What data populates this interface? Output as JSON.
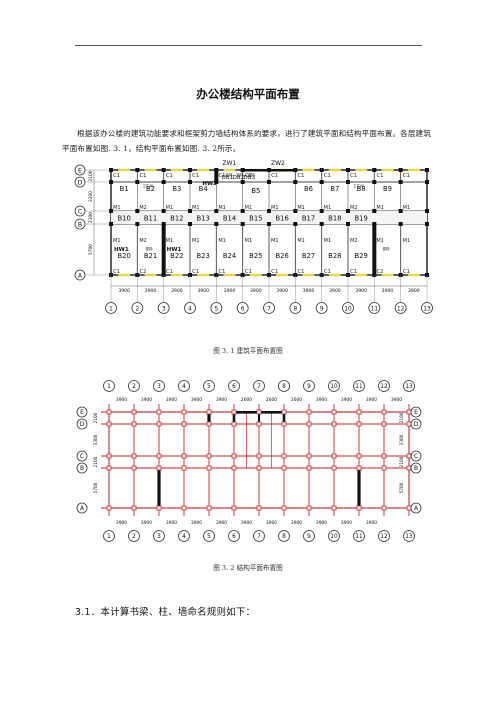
{
  "title": "办公楼结构平面布置",
  "paragraph": "根据该办公楼的建筑功能要求和框架剪力墙结构体系的要求，进行了建筑平面和结构平面布置。各层建筑平面布置如图. 3. 1，结构平面布置如图. 3. 2所示。",
  "figure1": {
    "caption": "图 3. 1    建筑平面布置图",
    "axis_numbers": [
      "1",
      "2",
      "3",
      "4",
      "5",
      "6",
      "7",
      "8",
      "9",
      "10",
      "11",
      "12",
      "13"
    ],
    "axis_letters": [
      "E",
      "D",
      "C",
      "B",
      "A"
    ],
    "bay_dims": [
      "3900",
      "3900",
      "3900",
      "3900",
      "3900",
      "3900",
      "3900",
      "3900",
      "3900",
      "3900",
      "3900",
      "3900"
    ],
    "left_dims": [
      "2100",
      "3300",
      "2100",
      "5700"
    ],
    "wall_labels": [
      "ZW1",
      "ZW2"
    ],
    "top_rooms": [
      "B1",
      "B2",
      "B3",
      "B4",
      "B5",
      "B6",
      "B7",
      "B8",
      "B9"
    ],
    "mid_rooms": [
      "B10",
      "B11",
      "B12",
      "B13",
      "B14",
      "B15",
      "B16",
      "B17",
      "B18",
      "B19"
    ],
    "bottom_rooms": [
      "B20",
      "B21",
      "B22",
      "B23",
      "B24",
      "B25",
      "B26",
      "B27",
      "B28",
      "B29"
    ],
    "db_rooms": [
      "DB1",
      "DB2",
      "DB3"
    ],
    "window_labels": [
      "C1",
      "C2"
    ],
    "door_label": "M1",
    "door_label2": "M2",
    "shear_wall_labels": [
      "HW1",
      "HW2"
    ],
    "small_labels": [
      "卫生间",
      "楼梯",
      "电梯"
    ]
  },
  "figure2": {
    "caption": "图 3. 2    结构平面布置图",
    "axis_numbers": [
      "1",
      "2",
      "3",
      "4",
      "5",
      "6",
      "7",
      "8",
      "9",
      "10",
      "11",
      "12",
      "13"
    ],
    "axis_letters": [
      "E",
      "D",
      "C",
      "B",
      "A"
    ],
    "bay_dims_top": [
      "3900",
      "3900",
      "3900",
      "3900",
      "3900",
      "2600",
      "2600",
      "2600",
      "3900",
      "3900",
      "3900",
      "3900"
    ],
    "bay_dims_bottom": [
      "3900",
      "3900",
      "3900",
      "3900",
      "3900",
      "3900",
      "3900",
      "3900",
      "3900",
      "3900",
      "3900"
    ],
    "left_dims": [
      "2100",
      "3300",
      "2100",
      "5700"
    ],
    "right_dims": [
      "2100",
      "3300",
      "2100",
      "5700"
    ]
  },
  "section_heading": "3.1．本计算书梁、柱、墙命名规则如下："
}
